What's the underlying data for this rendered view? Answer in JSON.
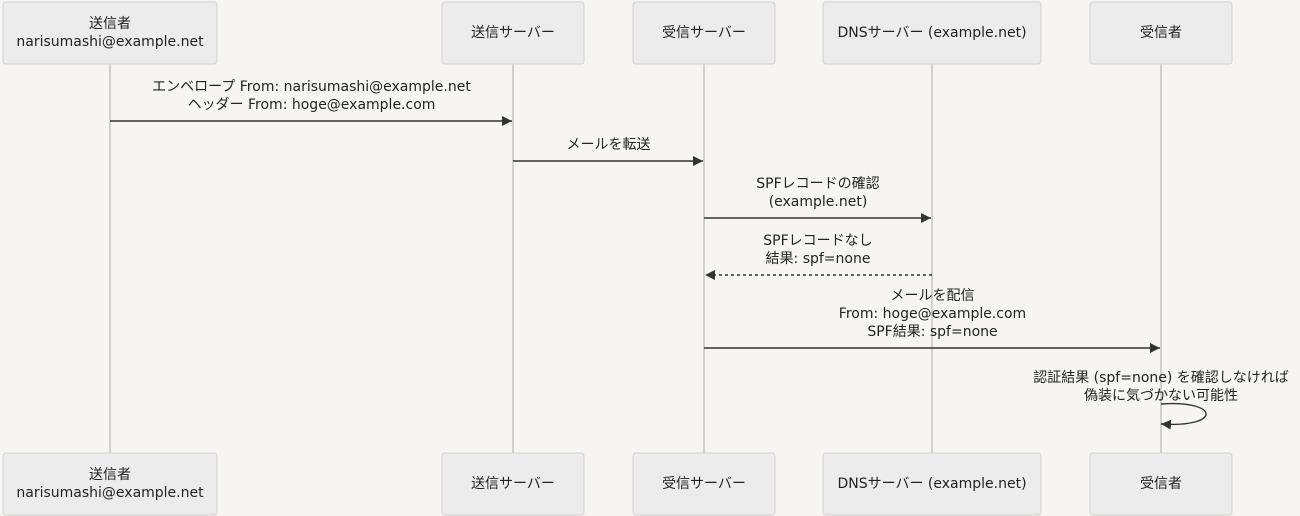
{
  "participants": [
    {
      "id": "sender",
      "label_lines": [
        "送信者",
        "narisumashi@example.net"
      ]
    },
    {
      "id": "send_server",
      "label_lines": [
        "送信サーバー"
      ]
    },
    {
      "id": "recv_server",
      "label_lines": [
        "受信サーバー"
      ]
    },
    {
      "id": "dns_server",
      "label_lines": [
        "DNSサーバー (example.net)"
      ]
    },
    {
      "id": "receiver",
      "label_lines": [
        "受信者"
      ]
    }
  ],
  "messages": [
    {
      "from": "sender",
      "to": "send_server",
      "style": "solid",
      "lines": [
        "エンベロープ From: narisumashi@example.net",
        "ヘッダー From: hoge@example.com"
      ]
    },
    {
      "from": "send_server",
      "to": "recv_server",
      "style": "solid",
      "lines": [
        "メールを転送"
      ]
    },
    {
      "from": "recv_server",
      "to": "dns_server",
      "style": "solid",
      "lines": [
        "SPFレコードの確認",
        "(example.net)"
      ]
    },
    {
      "from": "dns_server",
      "to": "recv_server",
      "style": "dashed",
      "lines": [
        "SPFレコードなし",
        "結果: spf=none"
      ]
    },
    {
      "from": "recv_server",
      "to": "receiver",
      "style": "solid",
      "lines": [
        "メールを配信",
        "From: hoge@example.com",
        "SPF結果: spf=none"
      ]
    },
    {
      "from": "receiver",
      "to": "receiver",
      "style": "solid",
      "lines": [
        "認証結果 (spf=none) を確認しなければ",
        "偽装に気づかない可能性"
      ]
    }
  ]
}
